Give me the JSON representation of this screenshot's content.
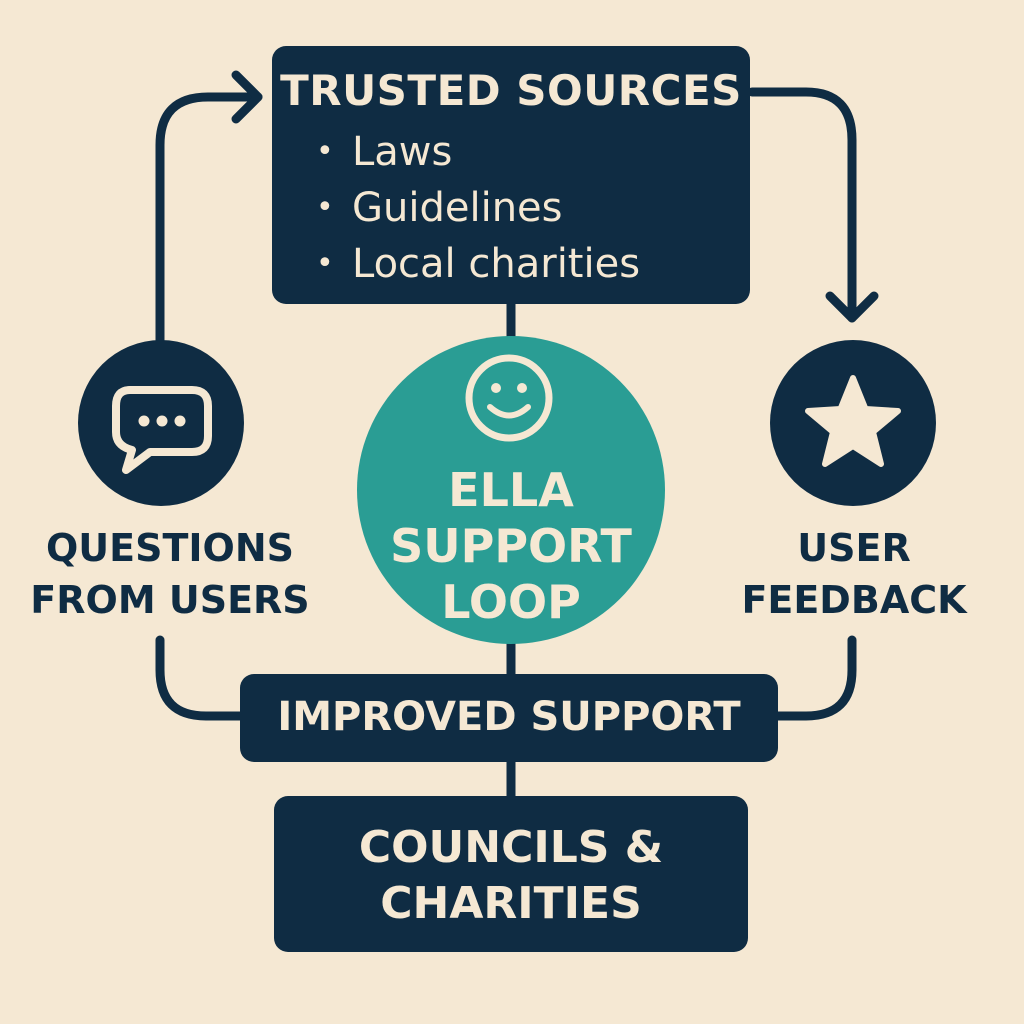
{
  "trusted_sources": {
    "title": "TRUSTED SOURCES",
    "bullet": "•",
    "items": [
      "Laws",
      "Guidelines",
      "Local charities"
    ]
  },
  "questions": {
    "label_line1": "QUESTIONS",
    "label_line2": "FROM USERS",
    "icon": "speech-bubble-icon"
  },
  "center": {
    "line1": "ELLA",
    "line2": "SUPPORT",
    "line3": "LOOP",
    "icon": "smiley-face-icon"
  },
  "feedback": {
    "label_line1": "USER",
    "label_line2": "FEEDBACK",
    "icon": "star-icon"
  },
  "improved": {
    "label": "IMPROVED SUPPORT"
  },
  "councils": {
    "line1": "COUNCILS &",
    "line2": "CHARITIES"
  },
  "colors": {
    "background": "#f5e8d3",
    "navy": "#0f2c43",
    "teal": "#2a9d94",
    "cream_text": "#f5e8d3"
  }
}
